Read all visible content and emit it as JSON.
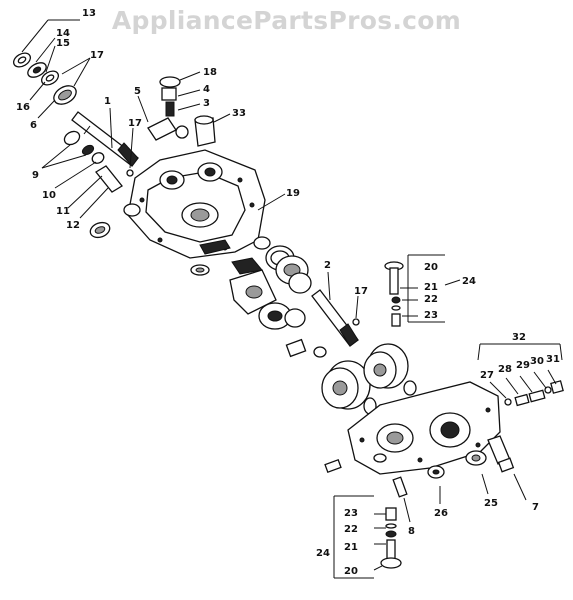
{
  "watermark": "AppliancePartsPros.com",
  "callouts": {
    "c13": "13",
    "c14": "14",
    "c15": "15",
    "c16": "16",
    "c6": "6",
    "c17a": "17",
    "c1": "1",
    "c9": "9",
    "c10": "10",
    "c11": "11",
    "c12": "12",
    "c5": "5",
    "c17b": "17",
    "c18": "18",
    "c4": "4",
    "c3": "3",
    "c33": "33",
    "c19": "19",
    "c2": "2",
    "c17c": "17",
    "c20a": "20",
    "c21a": "21",
    "c22a": "22",
    "c24a": "24",
    "c23a": "23",
    "c32": "32",
    "c27": "27",
    "c28": "28",
    "c29": "29",
    "c30": "30",
    "c31": "31",
    "c26": "26",
    "c25": "25",
    "c7": "7",
    "c8": "8",
    "c23b": "23",
    "c22b": "22",
    "c24b": "24",
    "c21b": "21",
    "c20b": "20"
  }
}
